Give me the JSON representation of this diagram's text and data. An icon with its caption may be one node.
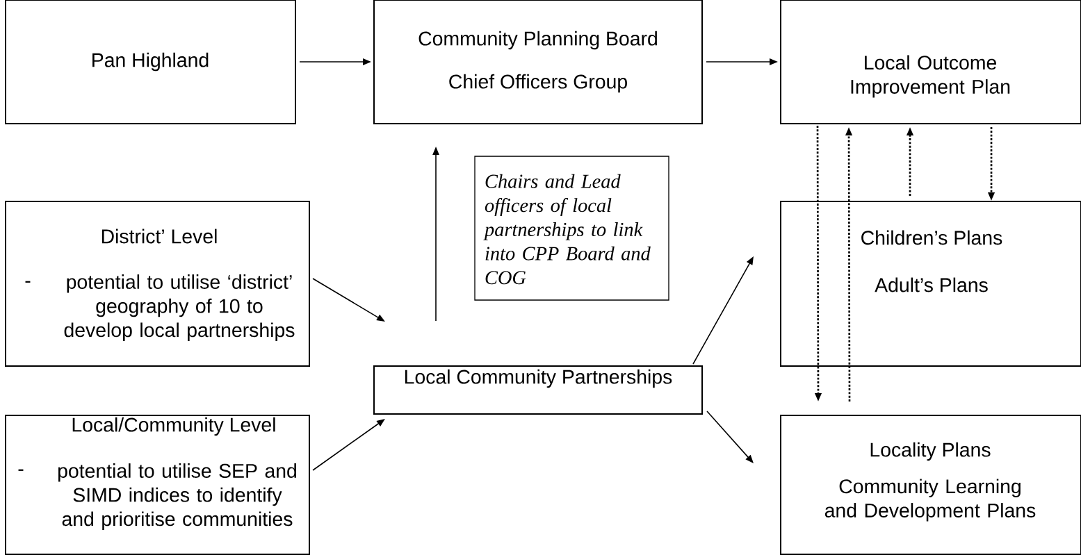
{
  "diagram": {
    "nodes": [
      {
        "text": [
          "Pan Highland"
        ]
      },
      {
        "text": [
          "Community Planning Board",
          "Chief Officers Group"
        ]
      },
      {
        "text": [
          "Local Outcome Improvement Plan"
        ]
      },
      {
        "text": [
          "Chairs and Lead officers of local partnerships to link into CPP Board and COG"
        ]
      },
      {
        "text": [
          "District’ Level",
          "-",
          "potential to utilise ‘district’ geography of 10 to develop local partnerships"
        ]
      },
      {
        "text": [
          "Children’s Plans",
          "Adult’s Plans"
        ]
      },
      {
        "text": [
          "Local Community Partnerships"
        ]
      },
      {
        "text": [
          "Local/Community Level",
          "-",
          "potential to utilise SEP and SIMD indices to identify and prioritise communities"
        ]
      },
      {
        "text": [
          "Locality Plans",
          "Community Learning and Development Plans"
        ]
      }
    ],
    "edges": [
      {
        "from": 0,
        "to": 1,
        "arrow": "to"
      },
      {
        "from": 1,
        "to": 2,
        "arrow": "to"
      },
      {
        "from": 6,
        "to": 1,
        "arrow": "to"
      },
      {
        "from": 4,
        "to": 6,
        "arrow": "to"
      },
      {
        "from": 7,
        "to": 6,
        "arrow": "to"
      },
      {
        "from": 6,
        "to": 5,
        "arrow": "to"
      },
      {
        "from": 6,
        "to": 8,
        "arrow": "to"
      },
      {
        "from": 2,
        "to": null,
        "arrow": "to",
        "style": "dashed"
      },
      {
        "from": null,
        "to": 2,
        "arrow": "to",
        "style": "dashed"
      },
      {
        "from": 5,
        "to": 2,
        "arrow": "to",
        "style": "dashed"
      },
      {
        "from": 2,
        "to": 5,
        "arrow": "to",
        "style": "dashed"
      }
    ]
  }
}
